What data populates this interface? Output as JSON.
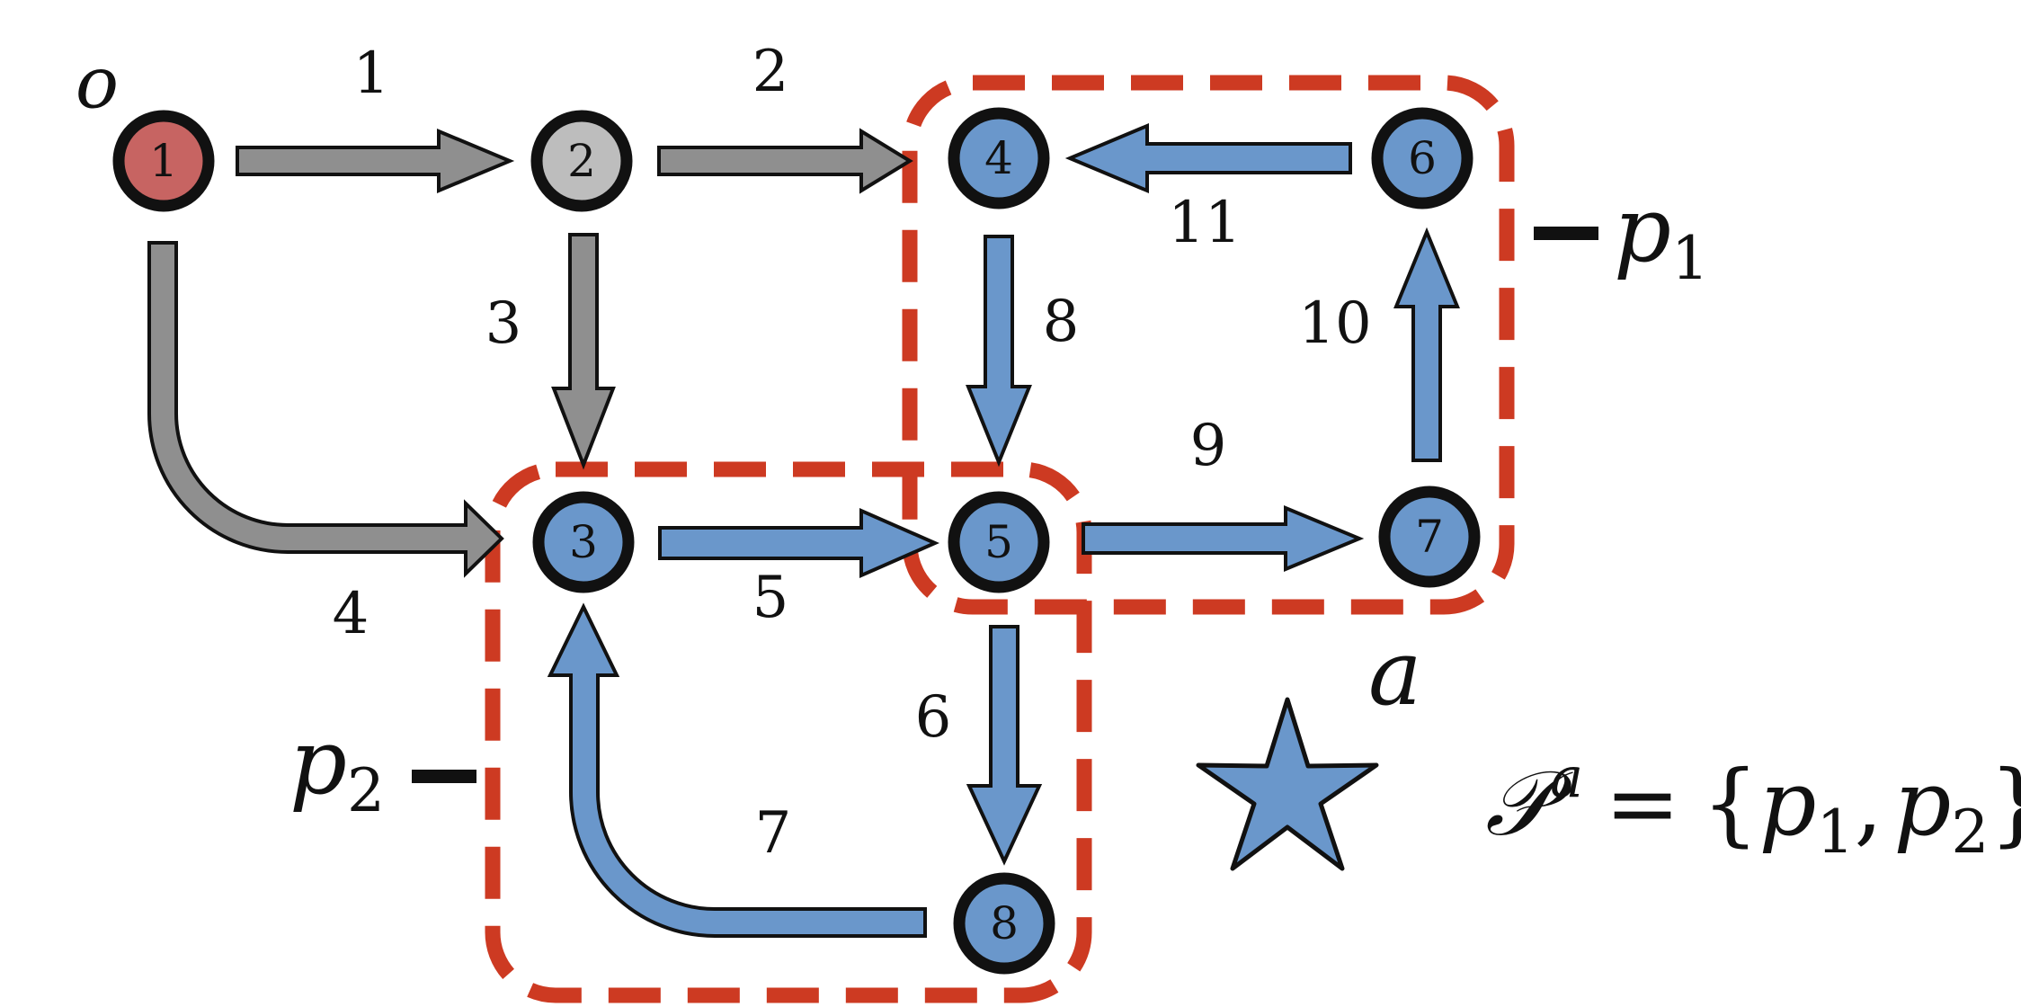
{
  "colors": {
    "start_node": "#c76462",
    "visited_node": "#bdbdbd",
    "path_node": "#6a97cb",
    "gray_edge": "#8f8f8f",
    "blue_edge": "#6a97cb",
    "dashed_box": "#cd3a22",
    "outline": "#111111"
  },
  "nodes": [
    {
      "id": "1",
      "label": "1",
      "fill": "start"
    },
    {
      "id": "2",
      "label": "2",
      "fill": "visited"
    },
    {
      "id": "3",
      "label": "3",
      "fill": "path"
    },
    {
      "id": "4",
      "label": "4",
      "fill": "path"
    },
    {
      "id": "5",
      "label": "5",
      "fill": "path"
    },
    {
      "id": "6",
      "label": "6",
      "fill": "path"
    },
    {
      "id": "7",
      "label": "7",
      "fill": "path"
    },
    {
      "id": "8",
      "label": "8",
      "fill": "path"
    }
  ],
  "edges": [
    {
      "label": "1",
      "from": "1",
      "to": "2",
      "color": "gray"
    },
    {
      "label": "2",
      "from": "2",
      "to": "4",
      "color": "gray"
    },
    {
      "label": "3",
      "from": "2",
      "to": "3",
      "color": "gray"
    },
    {
      "label": "4",
      "from": "1",
      "to": "3",
      "color": "gray"
    },
    {
      "label": "5",
      "from": "3",
      "to": "5",
      "color": "blue"
    },
    {
      "label": "6",
      "from": "5",
      "to": "8",
      "color": "blue"
    },
    {
      "label": "7",
      "from": "8",
      "to": "3",
      "color": "blue"
    },
    {
      "label": "8",
      "from": "4",
      "to": "5",
      "color": "blue"
    },
    {
      "label": "9",
      "from": "5",
      "to": "7",
      "color": "blue"
    },
    {
      "label": "10",
      "from": "7",
      "to": "6",
      "color": "blue"
    },
    {
      "label": "11",
      "from": "6",
      "to": "4",
      "color": "blue"
    }
  ],
  "origin_label": "o",
  "path1_label": {
    "base": "p",
    "sub": "1"
  },
  "path2_label": {
    "base": "p",
    "sub": "2"
  },
  "star_icon": "star-icon",
  "star_label": "a",
  "set_expression": {
    "symbol": "𝒫",
    "superscript": "a",
    "equals": "=",
    "open": "{",
    "item1": {
      "base": "p",
      "sub": "1"
    },
    "comma": ",",
    "item2": {
      "base": "p",
      "sub": "2"
    },
    "close": "}"
  }
}
